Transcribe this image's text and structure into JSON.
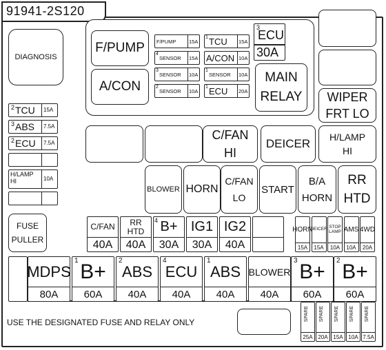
{
  "part_number": "91941-2S120",
  "diagnosis": "DIAGNOSIS",
  "fuse_puller": [
    "FUSE",
    "PULLER"
  ],
  "top_relays": {
    "fpump": "F/PUMP",
    "acon": "A/CON",
    "small_fuses": [
      {
        "name": "F/PUMP",
        "sup": "",
        "amp": "15A"
      },
      {
        "name": "SENSOR",
        "sup": "4",
        "amp": "15A"
      },
      {
        "name": "SENSOR",
        "sup": "3",
        "amp": "10A"
      },
      {
        "name": "SENSOR",
        "sup": "2",
        "amp": "10A"
      }
    ],
    "small_fuses_right": [
      {
        "name": "TCU",
        "sup": "1",
        "amp": "15A"
      },
      {
        "name": "A/CON",
        "sup": "",
        "amp": "10A"
      },
      {
        "name": "SENSOR",
        "sup": "1",
        "amp": "10A"
      },
      {
        "name": "ECU",
        "sup": "1",
        "amp": "20A"
      }
    ],
    "ecu3": {
      "name": "ECU",
      "sup": "3",
      "amp": "30A"
    },
    "main_relay": [
      "MAIN",
      "RELAY"
    ]
  },
  "wiper": [
    "WIPER",
    "FRT LO"
  ],
  "left_fuses": [
    {
      "name": "TCU",
      "sup": "2",
      "amp": "15A"
    },
    {
      "name": "ABS",
      "sup": "3",
      "amp": "7.5A"
    },
    {
      "name": "ECU",
      "sup": "2",
      "amp": "7.5A"
    },
    {
      "name": "",
      "sup": "",
      "amp": ""
    },
    {
      "name": "H/LAMP\nHI",
      "sup": "",
      "amp": "10A"
    },
    {
      "name": "",
      "sup": "",
      "amp": ""
    }
  ],
  "row_mid": {
    "cfan_hi": [
      "C/FAN",
      "HI"
    ],
    "deicer": "DEICER",
    "hlamp_hi": [
      "H/LAMP",
      "HI"
    ]
  },
  "row_relays": {
    "blower": "BLOWER",
    "horn": "HORN",
    "cfan_lo": [
      "C/FAN",
      "LO"
    ],
    "start": "START",
    "ba_horn": [
      "B/A",
      "HORN"
    ],
    "rr_htd": [
      "RR",
      "HTD"
    ]
  },
  "mini_fuses": [
    {
      "name": "C/FAN",
      "sup": "",
      "amp": "40A"
    },
    {
      "name": "RR\nHTD",
      "sup": "",
      "amp": "40A"
    },
    {
      "name": "B+",
      "sup": "4",
      "amp": "30A"
    },
    {
      "name": "IG1",
      "sup": "",
      "amp": "30A"
    },
    {
      "name": "IG2",
      "sup": "",
      "amp": "40A"
    },
    {
      "name": "",
      "sup": "",
      "amp": ""
    }
  ],
  "tiny_fuses": [
    {
      "name": "HORN",
      "amp": "15A"
    },
    {
      "name": "DEICER",
      "amp": "15A"
    },
    {
      "name": "STOP\nLAMP",
      "amp": "10A"
    },
    {
      "name": "AMS",
      "amp": "10A"
    },
    {
      "name": "4WD",
      "amp": "20A"
    }
  ],
  "big_fuses": [
    {
      "name": "MDPS",
      "sup": "",
      "amp": "80A"
    },
    {
      "name": "B+",
      "sup": "1",
      "amp": "60A"
    },
    {
      "name": "ABS",
      "sup": "2",
      "amp": "40A"
    },
    {
      "name": "ECU",
      "sup": "4",
      "amp": "40A"
    },
    {
      "name": "ABS",
      "sup": "1",
      "amp": "40A"
    },
    {
      "name": "BLOWER",
      "sup": "",
      "amp": "40A"
    },
    {
      "name": "B+",
      "sup": "3",
      "amp": "60A"
    },
    {
      "name": "B+",
      "sup": "2",
      "amp": "60A"
    }
  ],
  "notice": "USE THE DESIGNATED FUSE AND RELAY ONLY",
  "spares": [
    {
      "name": "SPARE",
      "amp": "25A"
    },
    {
      "name": "SPARE",
      "amp": "20A"
    },
    {
      "name": "SPARE",
      "amp": "15A"
    },
    {
      "name": "SPARE",
      "amp": "10A"
    },
    {
      "name": "SPARE",
      "amp": "7.5A"
    }
  ]
}
